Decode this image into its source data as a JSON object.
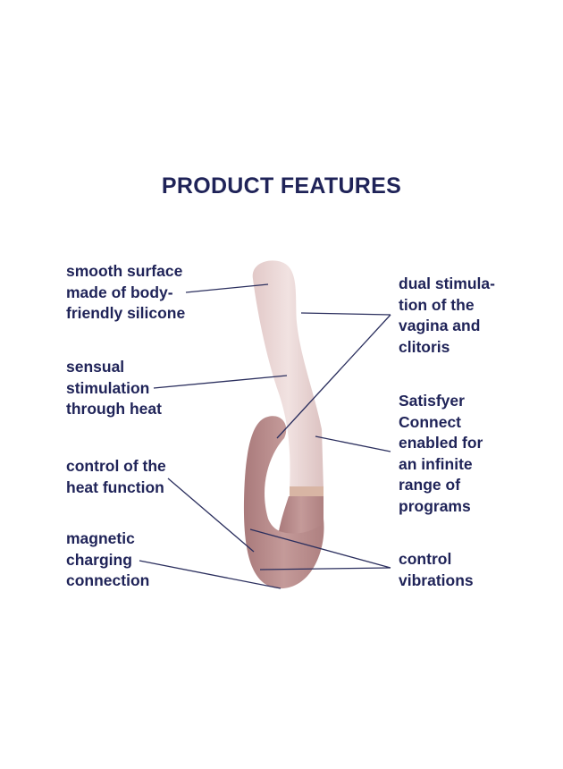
{
  "title": "PRODUCT FEATURES",
  "features_left": [
    "smooth surface\nmade of body-\nfriendly silicone",
    "sensual\nstimulation\nthrough heat",
    "control of the\nheat function",
    "magnetic\ncharging\nconnection"
  ],
  "features_right": [
    "dual stimula-\ntion of the\nvagina and\nclitoris",
    "Satisfyer\nConnect\nenabled for\nan infinite\nrange of\nprograms",
    "control\nvibrations"
  ],
  "colors": {
    "text": "#1f2358",
    "line": "#2b2f5e",
    "shaft": "#ecd9d8",
    "base": "#b98c8c",
    "band": "#d9b7a6"
  }
}
